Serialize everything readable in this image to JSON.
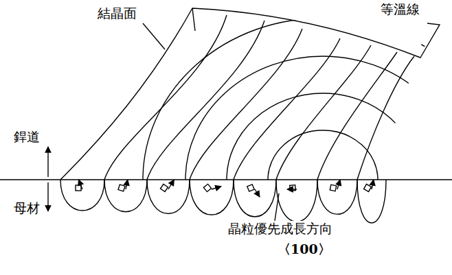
{
  "diagram": {
    "labels": [
      "結晶面",
      "等溫線",
      "銲道",
      "母材",
      "晶粒優先成長方向",
      "〈100〉"
    ]
  }
}
